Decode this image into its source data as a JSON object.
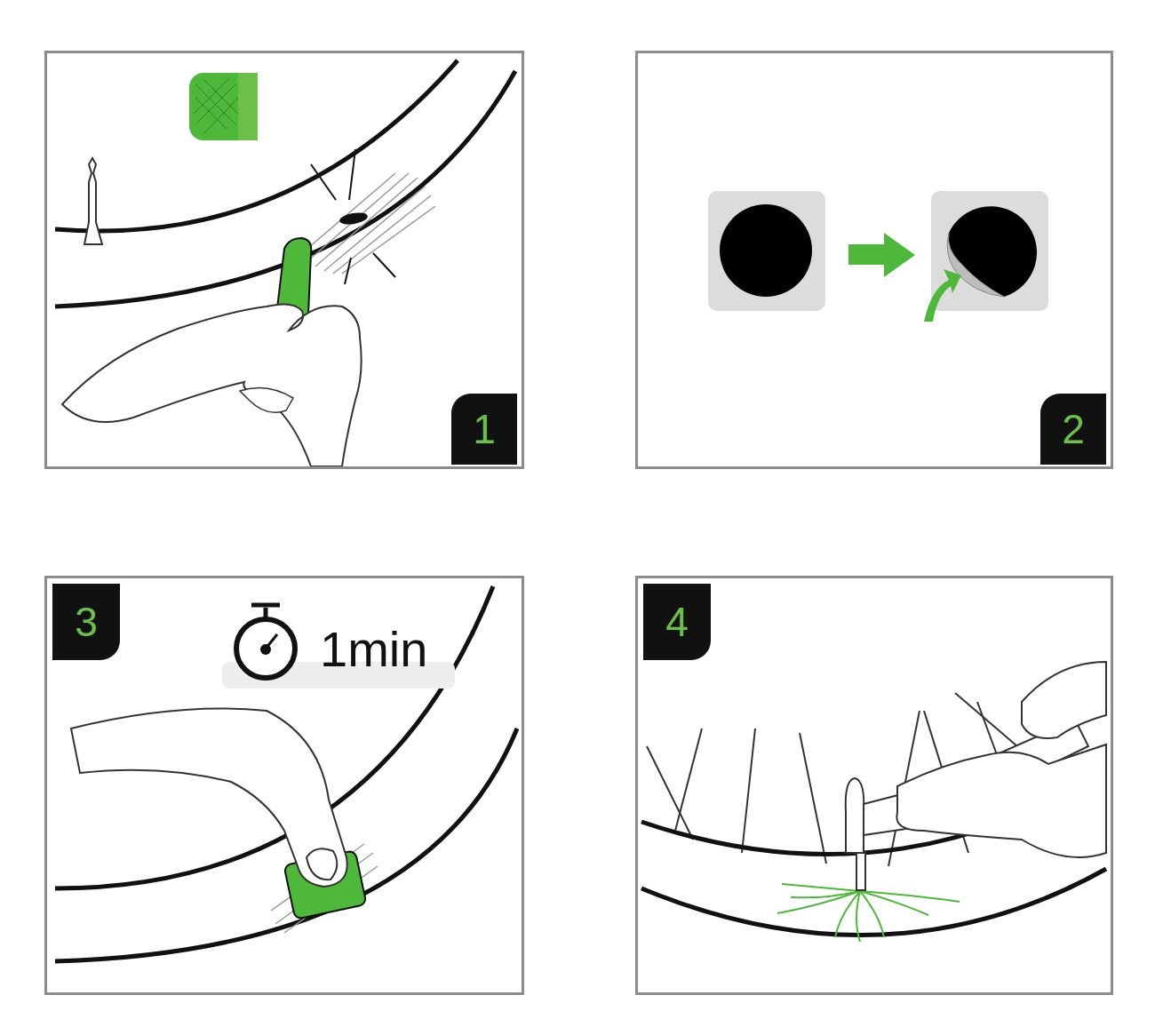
{
  "diagram": {
    "nodes": [
      {
        "text": [
          "1"
        ]
      },
      {
        "text": [
          "2"
        ]
      },
      {
        "text": [
          "3",
          "1min"
        ]
      },
      {
        "text": [
          "4"
        ]
      }
    ]
  }
}
